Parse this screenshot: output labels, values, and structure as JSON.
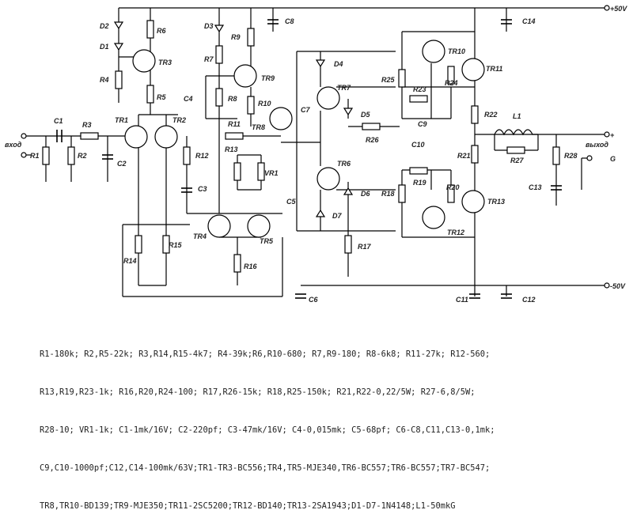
{
  "labels": {
    "D1": "D1",
    "D2": "D2",
    "D3": "D3",
    "D4": "D4",
    "D5": "D5",
    "D6": "D6",
    "D7": "D7",
    "R1": "R1",
    "R2": "R2",
    "R3": "R3",
    "R4": "R4",
    "R5": "R5",
    "R6": "R6",
    "R7": "R7",
    "R8": "R8",
    "R9": "R9",
    "R10": "R10",
    "R11": "R11",
    "R12": "R12",
    "R13": "R13",
    "R14": "R14",
    "R15": "R15",
    "R16": "R16",
    "R17": "R17",
    "R18": "R18",
    "R19": "R19",
    "R20": "R20",
    "R21": "R21",
    "R22": "R22",
    "R23": "R23",
    "R24": "R24",
    "R25": "R25",
    "R26": "R26",
    "R27": "R27",
    "R28": "R28",
    "VR1": "VR1",
    "C1": "C1",
    "C2": "C2",
    "C3": "C3",
    "C4": "C4",
    "C5": "C5",
    "C6": "C6",
    "C7": "C7",
    "C8": "C8",
    "C9": "C9",
    "C10": "C10",
    "C11": "C11",
    "C12": "C12",
    "C13": "C13",
    "C14": "C14",
    "TR1": "TR1",
    "TR2": "TR2",
    "TR3": "TR3",
    "TR4": "TR4",
    "TR5": "TR5",
    "TR6": "TR6",
    "TR7": "TR7",
    "TR8": "TR8",
    "TR9": "TR9",
    "TR10": "TR10",
    "TR11": "TR11",
    "TR12": "TR12",
    "TR13": "TR13",
    "L1": "L1"
  },
  "rails": {
    "pos": "+50V",
    "neg": "-50V",
    "plus": "+",
    "ground": "G",
    "input": "вход",
    "output": "выход"
  },
  "legend": [
    "R1-180k; R2,R5-22k; R3,R14,R15-4k7; R4-39k;R6,R10-680; R7,R9-180; R8-6k8; R11-27k; R12-560;",
    "R13,R19,R23-1k; R16,R20,R24-100; R17,R26-15k; R18,R25-150k; R21,R22-0,22/5W; R27-6,8/5W;",
    "R28-10; VR1-1k; C1-1mk/16V; C2-220pf; C3-47mk/16V; C4-0,015mk; C5-68pf; C6-C8,C11,C13-0,1mk;",
    "C9,C10-1000pf;C12,C14-100mk/63V;TR1-TR3-BC556;TR4,TR5-MJE340,TR6-BC557;TR6-BC557;TR7-BC547;",
    "TR8,TR10-BD139;TR9-MJE350;TR11-2SC5200;TR12-BD140;TR13-2SA1943;D1-D7-1N4148;L1-50mkG"
  ]
}
